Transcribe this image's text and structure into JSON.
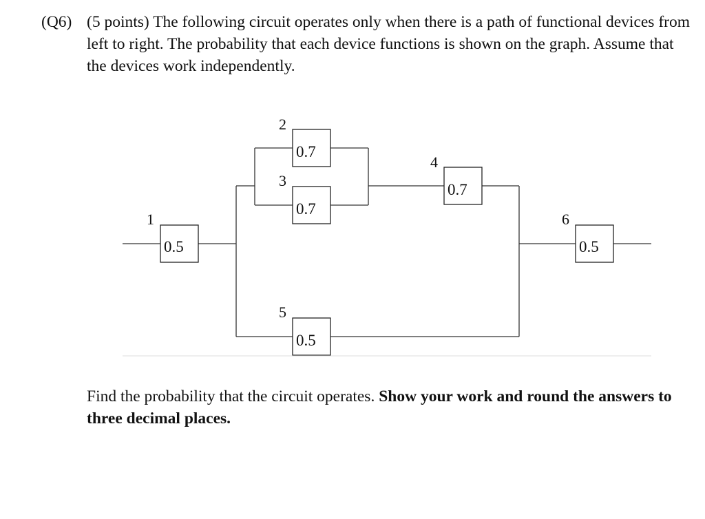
{
  "question": {
    "number": "(Q6)",
    "points": "(5 points)",
    "text": "The following circuit operates only when there is a path of functional devices from left to right. The probability that each device functions is shown on the graph. Assume that the devices work independently."
  },
  "devices": [
    {
      "id": "1",
      "prob": "0.5"
    },
    {
      "id": "2",
      "prob": "0.7"
    },
    {
      "id": "3",
      "prob": "0.7"
    },
    {
      "id": "4",
      "prob": "0.7"
    },
    {
      "id": "5",
      "prob": "0.5"
    },
    {
      "id": "6",
      "prob": "0.5"
    }
  ],
  "prompt": {
    "plain": "Find the probability that the circuit operates.",
    "bold": "Show your work and round the answers to three decimal places."
  }
}
